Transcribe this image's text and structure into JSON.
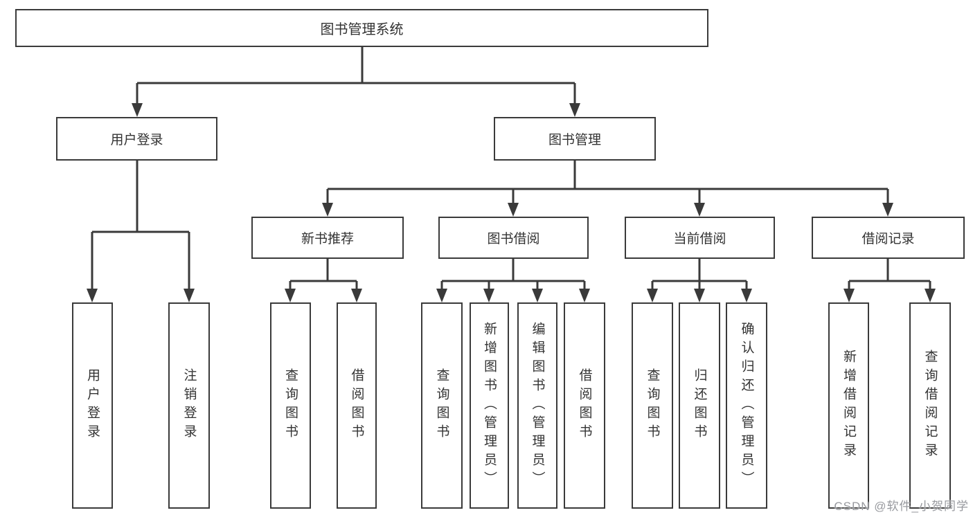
{
  "diagram": {
    "nodes": {
      "root": "图书管理系统",
      "user_login": "用户登录",
      "book_mgmt": "图书管理",
      "new_book": "新书推荐",
      "book_borrow": "图书借阅",
      "current_borrow": "当前借阅",
      "borrow_record": "借阅记录",
      "leaves_user": [
        "用户登录",
        "注销登录"
      ],
      "leaves_new_book": [
        "查询图书",
        "借阅图书"
      ],
      "leaves_book_borrow": [
        "查询图书",
        "新增图书（管理员）",
        "编辑图书（管理员）",
        "借阅图书"
      ],
      "leaves_current": [
        "查询图书",
        "归还图书",
        "确认归还（管理员）"
      ],
      "leaves_record": [
        "新增借阅记录",
        "查询借阅记录"
      ]
    },
    "watermark": "CSDN @软件_小贺同学",
    "colors": {
      "line": "#3a3a3a",
      "text": "#333333",
      "watermark": "#97999e",
      "background": "#ffffff"
    }
  }
}
